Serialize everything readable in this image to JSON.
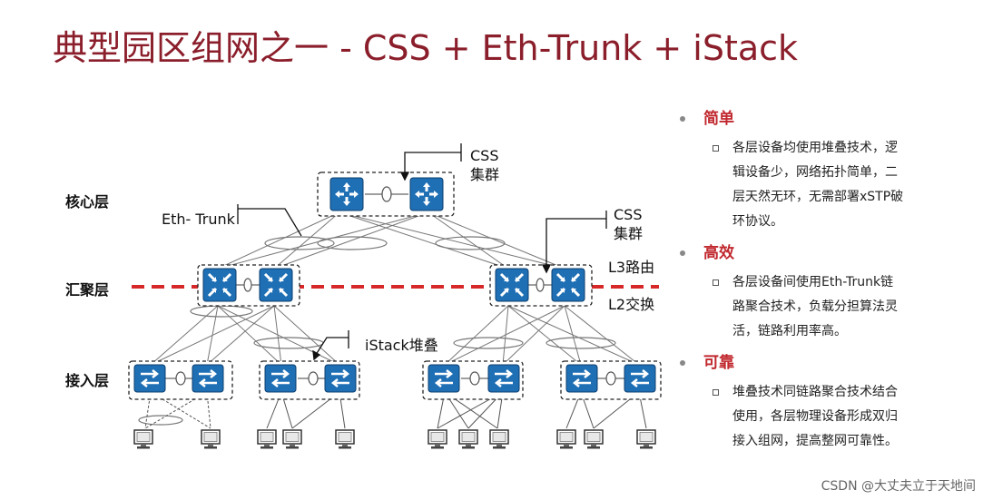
{
  "title": "典型园区组网之一 - CSS + Eth-Trunk + iStack",
  "diagram": {
    "layers": {
      "core": "核心层",
      "aggregation": "汇聚层",
      "access": "接入层"
    },
    "annotations": {
      "css_core_1": "CSS",
      "css_core_2": "集群",
      "eth_trunk": "Eth- Trunk",
      "css_agg_1": "CSS",
      "css_agg_2": "集群",
      "l3": "L3路由",
      "l2": "L2交换",
      "istack": "iStack堆叠"
    },
    "colors": {
      "device": "#1f6fb5",
      "divider": "#d62828",
      "title": "#8b1e2b",
      "section_heading": "#c0282e"
    }
  },
  "sections": [
    {
      "heading": "简单",
      "lines": [
        "各层设备均使用堆叠技术，逻",
        "辑设备少，网络拓扑简单，二",
        "层天然无环，无需部署xSTP破",
        "环协议。"
      ]
    },
    {
      "heading": "高效",
      "lines": [
        "各层设备间使用Eth-Trunk链",
        "路聚合技术，负载分担算法灵",
        "活，链路利用率高。"
      ]
    },
    {
      "heading": "可靠",
      "lines": [
        "堆叠技术同链路聚合技术结合",
        "使用，各层物理设备形成双归",
        "接入组网，提高整网可靠性。"
      ]
    }
  ],
  "watermark": "CSDN @大丈夫立于天地间"
}
